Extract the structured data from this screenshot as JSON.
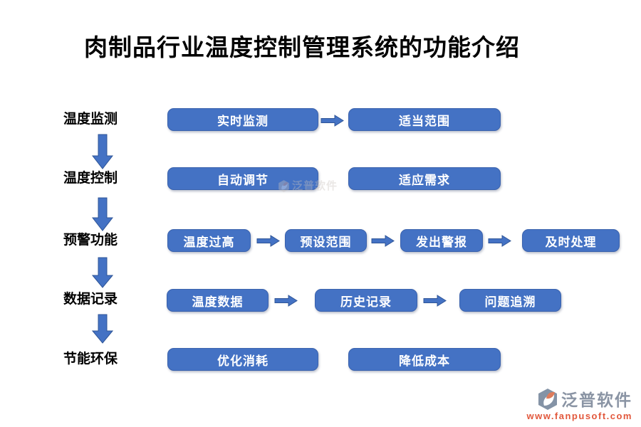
{
  "title": "肉制品行业温度控制管理系统的功能介绍",
  "colors": {
    "box_fill": "#4472C4",
    "box_border": "#3A62AD",
    "arrow_fill": "#4472C4",
    "arrow_border": "#2F5597",
    "title_color": "#000000",
    "box_text": "#FFFFFF",
    "brand_gray": "#8A94A4",
    "brand_orange": "#E2583C"
  },
  "rows": [
    {
      "label": "温度监测",
      "boxes": [
        "实时监测",
        "适当范围"
      ]
    },
    {
      "label": "温度控制",
      "boxes": [
        "自动调节",
        "适应需求"
      ]
    },
    {
      "label": "预警功能",
      "boxes": [
        "温度过高",
        "预设范围",
        "发出警报",
        "及时处理"
      ]
    },
    {
      "label": "数据记录",
      "boxes": [
        "温度数据",
        "历史记录",
        "问题追溯"
      ]
    },
    {
      "label": "节能环保",
      "boxes": [
        "优化消耗",
        "降低成本"
      ]
    }
  ],
  "watermark": {
    "text": "泛普软件"
  },
  "footer": {
    "brand": "泛普软件",
    "url": "www.fanpusoft.com"
  }
}
